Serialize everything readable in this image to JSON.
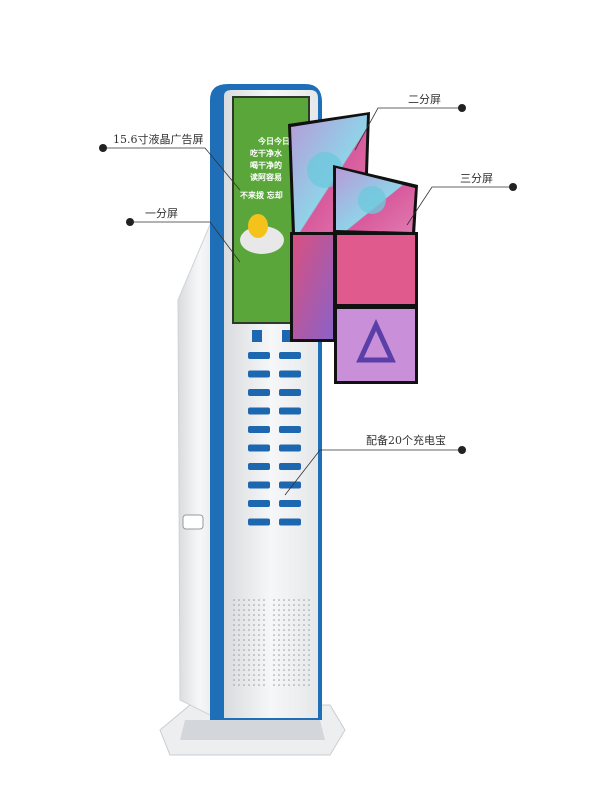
{
  "callouts": {
    "main_screen": "15.6寸液晶广告屏",
    "one_split": "一分屏",
    "two_split": "二分屏",
    "three_split": "三分屏",
    "power_banks": "配备20个充电宝"
  },
  "ad": {
    "lines": [
      "今日今日",
      "吃干净水",
      "喝干净的",
      "读阿容易",
      "不来拨 忘却"
    ]
  },
  "colors": {
    "frame_blue": "#1f6fb8",
    "screen_green": "#5aa63a",
    "slot_blue": "#1d67b0",
    "body_white": "#f2f3f5"
  },
  "power_bank_slots": 20
}
